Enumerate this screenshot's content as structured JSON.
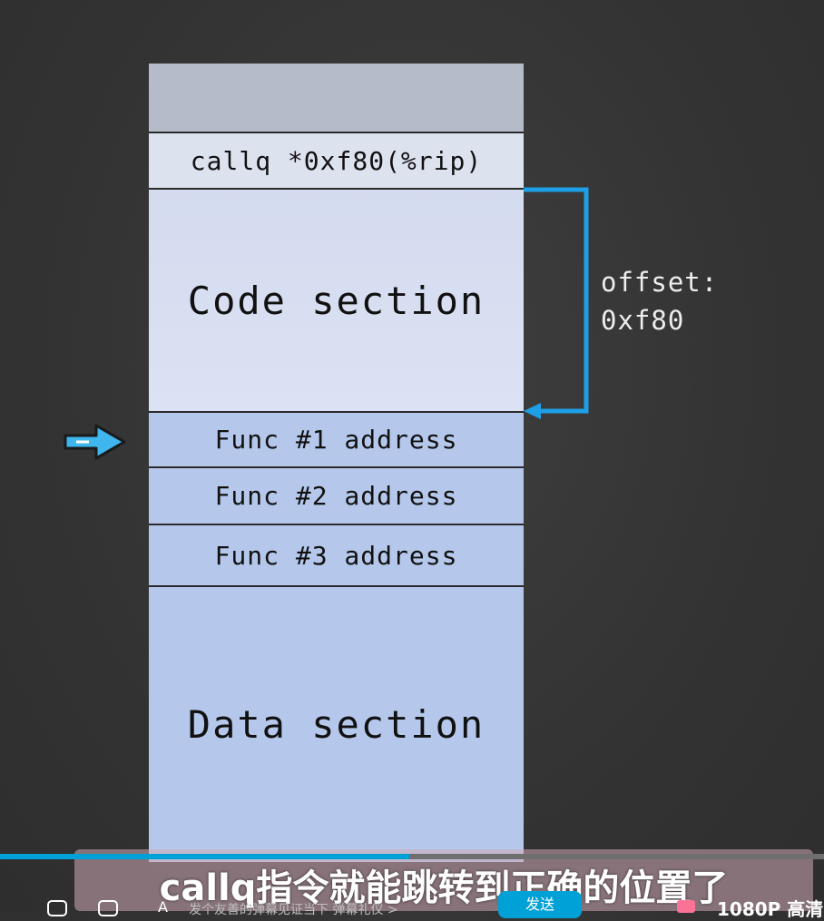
{
  "diagram": {
    "blocks": [
      {
        "id": "top",
        "label": ""
      },
      {
        "id": "call",
        "label": "callq *0xf80(%rip)"
      },
      {
        "id": "code",
        "label": "Code section"
      },
      {
        "id": "func1",
        "label": "Func #1 address"
      },
      {
        "id": "func2",
        "label": "Func #2 address"
      },
      {
        "id": "func3",
        "label": "Func #3 address"
      },
      {
        "id": "data",
        "label": "Data section"
      }
    ],
    "offset_label_line1": "offset:",
    "offset_label_line2": "0xf80",
    "bracket_color": "#1ea0e6",
    "pointer_arrow_color": "#3fb6ee"
  },
  "player": {
    "progress_fraction": 0.497,
    "subtitle": "callq指令就能跳转到正确的位置了",
    "danmaku_placeholder": "发个友善的弹幕见证当下 弹幕礼仪 >",
    "send_label": "发送",
    "quality_label": "1080P 高清",
    "accent_color": "#00a1d6"
  }
}
